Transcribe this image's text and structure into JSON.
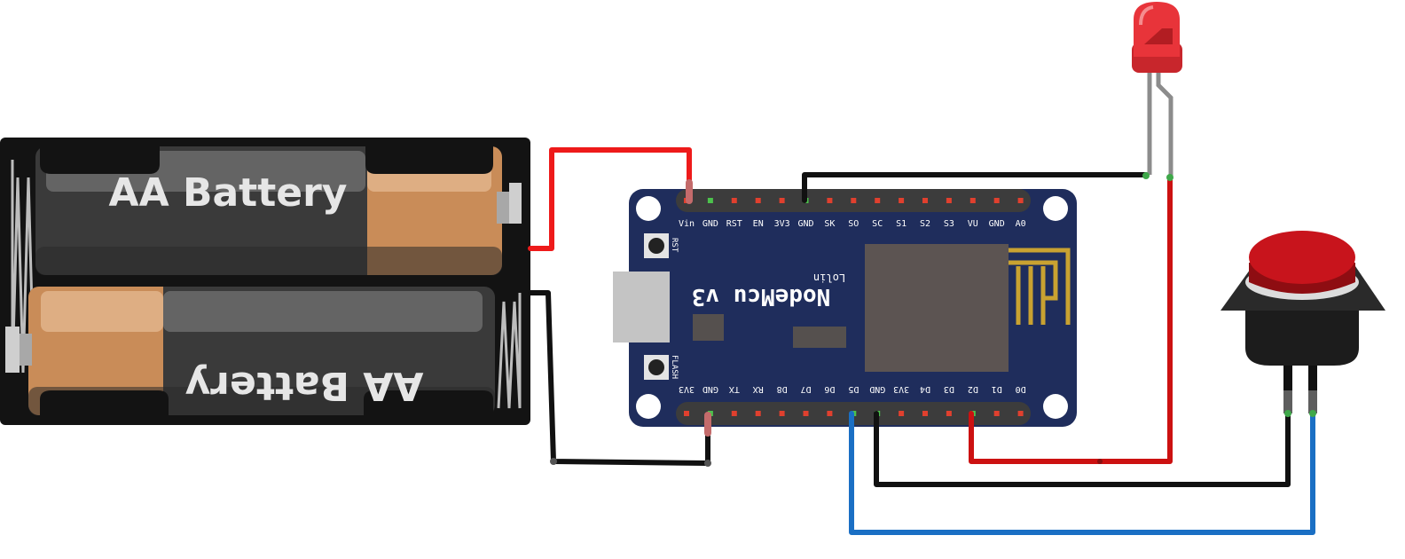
{
  "battery_pack": {
    "top_cell_label": "AA Battery",
    "bottom_cell_label": "AA Battery"
  },
  "board": {
    "title": "NodeMcu v3",
    "subtitle": "Lolin",
    "rst_label": "RST",
    "flash_label": "FLASH",
    "top_pins": [
      "Vin",
      "GND",
      "RST",
      "EN",
      "3V3",
      "GND",
      "SK",
      "SO",
      "SC",
      "S1",
      "S2",
      "S3",
      "VU",
      "GND",
      "A0"
    ],
    "bottom_pins": [
      "3V3",
      "GND",
      "TX",
      "RX",
      "D8",
      "D7",
      "D6",
      "D5",
      "GND",
      "3V3",
      "D4",
      "D3",
      "D2",
      "D1",
      "D0"
    ]
  },
  "colors": {
    "board": "#1f2d5c",
    "wire_red": "#cc1111",
    "wire_black": "#111111",
    "wire_blue": "#1a6fc4",
    "led": "#e8343a",
    "button_cap": "#c8141c"
  }
}
